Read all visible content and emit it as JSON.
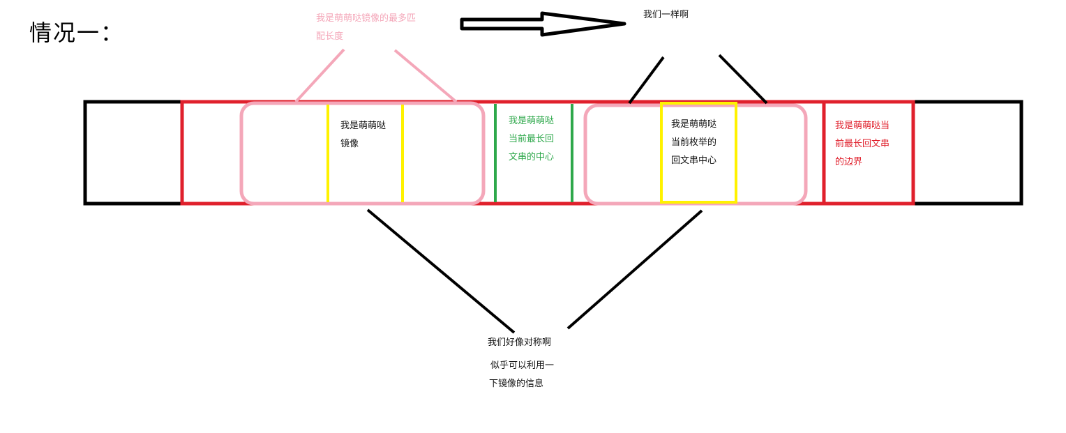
{
  "title": "情况一：",
  "labels": {
    "mirror_max_match": "我是萌萌哒镜像的最多匹配长度",
    "we_are_same": "我们一样啊",
    "mirror": "我是萌萌哒镜像",
    "current_longest_center": "我是萌萌哒当前最长回文串的中心",
    "current_enum_center": "我是萌萌哒当前枚举的回文串中心",
    "current_longest_boundary": "我是萌萌哒当前最长回文串的边界",
    "symmetric": "我们好像对称啊",
    "use_mirror_info": "似乎可以利用一下镜像的信息"
  },
  "lines": {
    "mirror_line1": "我是萌萌哒镜像的最多匹",
    "mirror_line2": "配长度",
    "mirror_box_l1": "我是萌萌哒",
    "mirror_box_l2": "镜像",
    "green_l1": "我是萌萌哒",
    "green_l2": "当前最长回",
    "green_l3": "文串的中心",
    "enum_l1": "我是萌萌哒",
    "enum_l2": "当前枚举的",
    "enum_l3": "回文串中心",
    "red_l1": "我是萌萌哒当",
    "red_l2": "前最长回文串",
    "red_l3": "的边界",
    "use_l1": "似乎可以利用一",
    "use_l2": "下镜像的信息"
  },
  "colors": {
    "outline": "#000000",
    "boundary": "#e0202c",
    "mirror": "#f4a7b9",
    "center": "#fff200",
    "longest_center": "#2ea84b"
  }
}
